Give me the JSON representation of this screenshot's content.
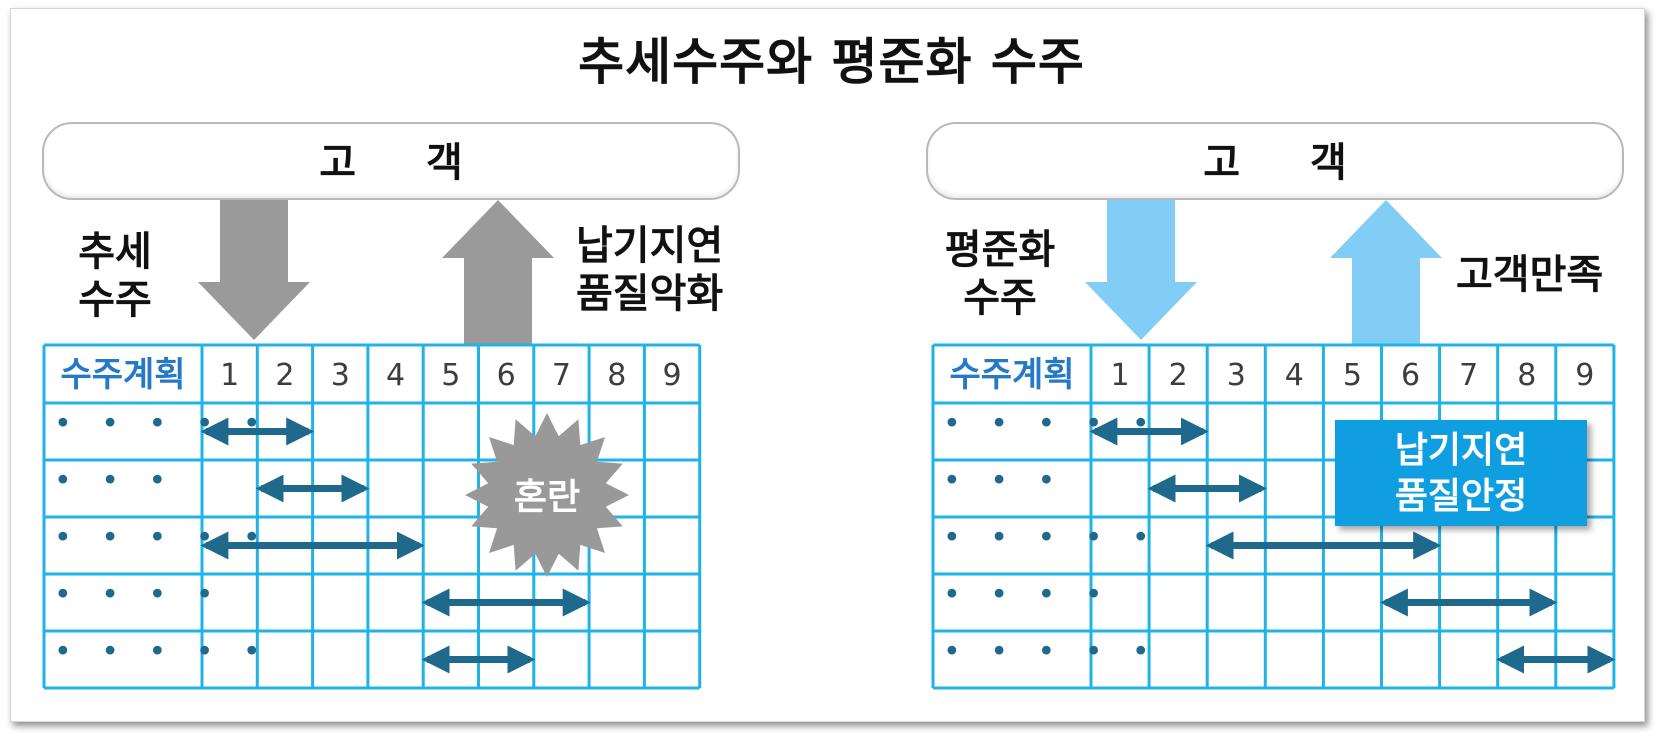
{
  "title": "추세수주와 평준화 수주",
  "left_panel": {
    "customer": "고 객",
    "order_label_line1": "추세",
    "order_label_line2": "수주",
    "result_label_line1": "납기지연",
    "result_label_line2": "품질악화",
    "plan_header": "수주계획",
    "columns": [
      "1",
      "2",
      "3",
      "4",
      "5",
      "6",
      "7",
      "8",
      "9"
    ],
    "rows": [
      "• • • • •",
      "• • •",
      "• • • • •",
      "• • • •",
      "• • • • •"
    ],
    "chaos_label": "혼란",
    "arrow_color": "#9a9a9a"
  },
  "right_panel": {
    "customer": "고 객",
    "order_label_line1": "평준화",
    "order_label_line2": "수주",
    "result_label": "고객만족",
    "plan_header": "수주계획",
    "columns": [
      "1",
      "2",
      "3",
      "4",
      "5",
      "6",
      "7",
      "8",
      "9"
    ],
    "rows": [
      "• • • • •",
      "• • •",
      "• • • • •",
      "• • • •",
      "• • • • •"
    ],
    "stable_line1": "납기지연",
    "stable_line2": "품질안정",
    "arrow_color": "#82cdf5"
  },
  "colors": {
    "grid": "#1fb3e6",
    "span_arrow": "#1f6a8c",
    "header_text": "#2679c6",
    "stable_box": "#0f9fe0"
  },
  "spans": {
    "left": [
      [
        1,
        2
      ],
      [
        2,
        3
      ],
      [
        1,
        4
      ],
      [
        5,
        7
      ],
      [
        5,
        6
      ]
    ],
    "right": [
      [
        1,
        2
      ],
      [
        2,
        3
      ],
      [
        3,
        6
      ],
      [
        6,
        8
      ],
      [
        8,
        9
      ]
    ]
  }
}
